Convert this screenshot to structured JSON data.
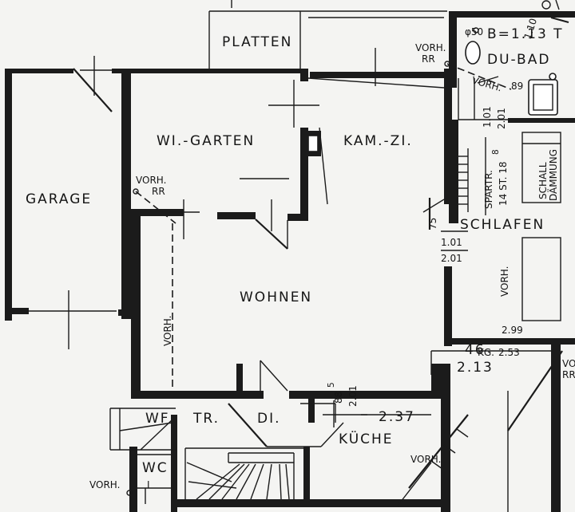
{
  "rooms": {
    "platten": "PLATTEN",
    "garage": "GARAGE",
    "wintergarten": "WI.-GARTEN",
    "kaminzimmer": "KAM.-ZI.",
    "wohnen": "WOHNEN",
    "schlafen": "SCHLAFEN",
    "du_bad": "DU-BAD",
    "kueche": "KÜCHE",
    "wf": "WF",
    "tr": "TR.",
    "di": "DI.",
    "wc": "WC"
  },
  "notes": {
    "vorh_rr_top_1": "VORH.",
    "vorh_rr_top_2": "RR",
    "vorh_rr_left_1": "VORH.",
    "vorh_rr_left_2": "RR",
    "vorh_wohnen": "VORH.",
    "vorh_schlafen": "VORH.",
    "vorh_wc": "VORH.",
    "vorh_kueche": "VORH.",
    "vorh_right_1": "VO",
    "vorh_right_2": "RR",
    "vorh_bad": "VORH.",
    "schall_1": "SCHALL",
    "schall_2": "DÄMMUNG",
    "spartr_1": "SPARTR.",
    "spartr_2": "14 ST. 18",
    "spartr_sup": "8",
    "bath_dims": "B=1.13 T",
    "phi_50": "φ50",
    "kg": "KG.",
    "wc_sub": "I"
  },
  "dimensions": {
    "d_101_schlafen": "1.01",
    "d_201_schlafen": "2.01",
    "d_101_bad": "1.01",
    "d_201_bad": "2.01",
    "d_89": "89",
    "d_75": "75",
    "d_213": "2.13",
    "d_46": "46",
    "d_299": "2.99",
    "d_253": "2.53",
    "d_88": "88",
    "d_88_sup": "5",
    "d_201_kueche": "2.01",
    "d_237": "2.37",
    "d_110": "1.10"
  }
}
